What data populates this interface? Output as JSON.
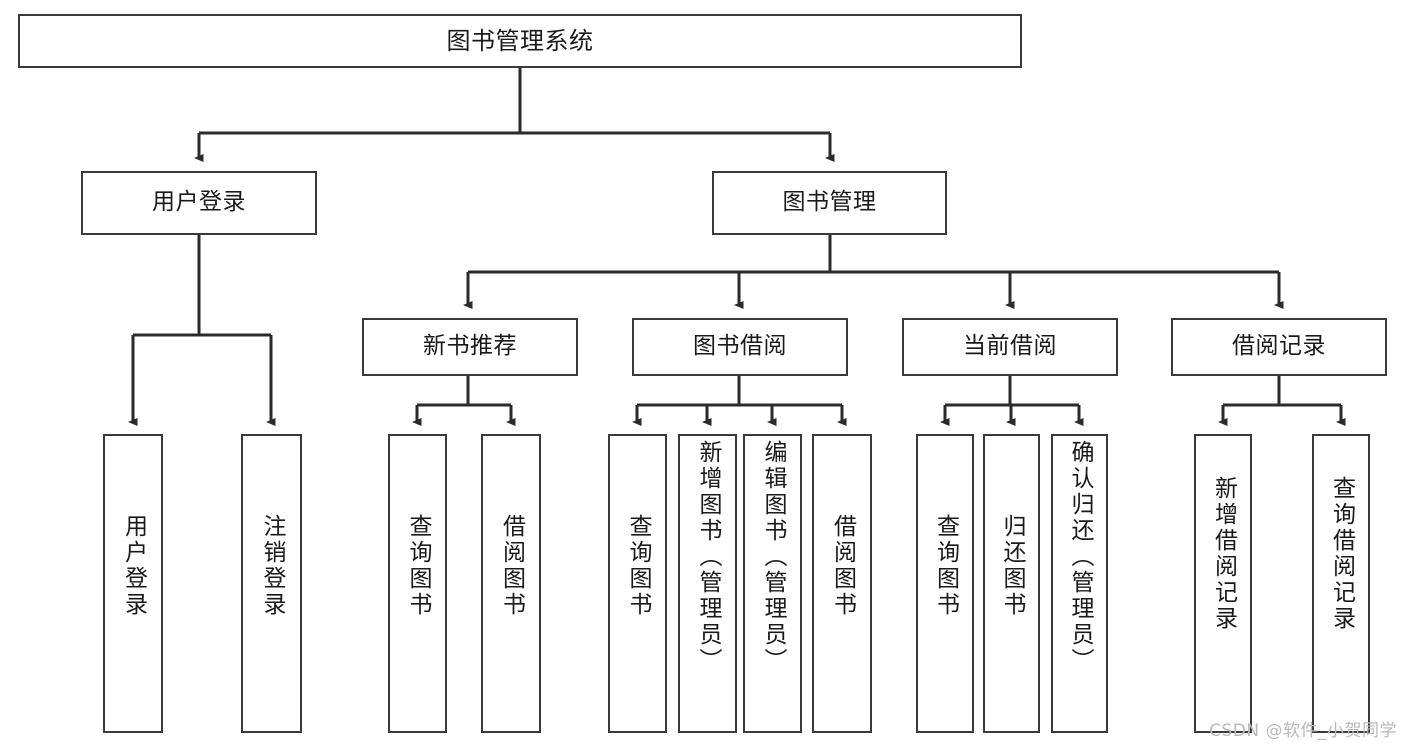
{
  "diagram": {
    "title": "图书管理系统",
    "type": "hierarchy-tree",
    "watermark": "CSDN @软件_小贺同学",
    "colors": {
      "background": "#ffffff",
      "box_border": "#3a3a3a",
      "box_fill": "#ffffff",
      "connector": "#2b2b2b",
      "text": "#1a1a1a",
      "watermark": "#b9b9b9"
    },
    "root": {
      "label": "图书管理系统",
      "orientation": "horizontal"
    },
    "level2": [
      {
        "label": "用户登录",
        "orientation": "horizontal"
      },
      {
        "label": "图书管理",
        "orientation": "horizontal"
      }
    ],
    "level3": [
      {
        "label": "新书推荐",
        "orientation": "horizontal",
        "parent": "图书管理"
      },
      {
        "label": "图书借阅",
        "orientation": "horizontal",
        "parent": "图书管理"
      },
      {
        "label": "当前借阅",
        "orientation": "horizontal",
        "parent": "图书管理"
      },
      {
        "label": "借阅记录",
        "orientation": "horizontal",
        "parent": "图书管理"
      }
    ],
    "leaves": {
      "user_login": [
        {
          "label": "用户登录",
          "orientation": "vertical"
        },
        {
          "label": "注销登录",
          "orientation": "vertical"
        }
      ],
      "new_book": [
        {
          "label": "查询图书",
          "orientation": "vertical"
        },
        {
          "label": "借阅图书",
          "orientation": "vertical"
        }
      ],
      "book_borrow": [
        {
          "label": "查询图书",
          "orientation": "vertical"
        },
        {
          "label": "新增图书（管理员）",
          "orientation": "vertical"
        },
        {
          "label": "编辑图书（管理员）",
          "orientation": "vertical"
        },
        {
          "label": "借阅图书",
          "orientation": "vertical"
        }
      ],
      "current_borrow": [
        {
          "label": "查询图书",
          "orientation": "vertical"
        },
        {
          "label": "归还图书",
          "orientation": "vertical"
        },
        {
          "label": "确认归还（管理员）",
          "orientation": "vertical"
        }
      ],
      "borrow_record": [
        {
          "label": "新增借阅记录",
          "orientation": "vertical"
        },
        {
          "label": "查询借阅记录",
          "orientation": "vertical"
        }
      ]
    }
  }
}
